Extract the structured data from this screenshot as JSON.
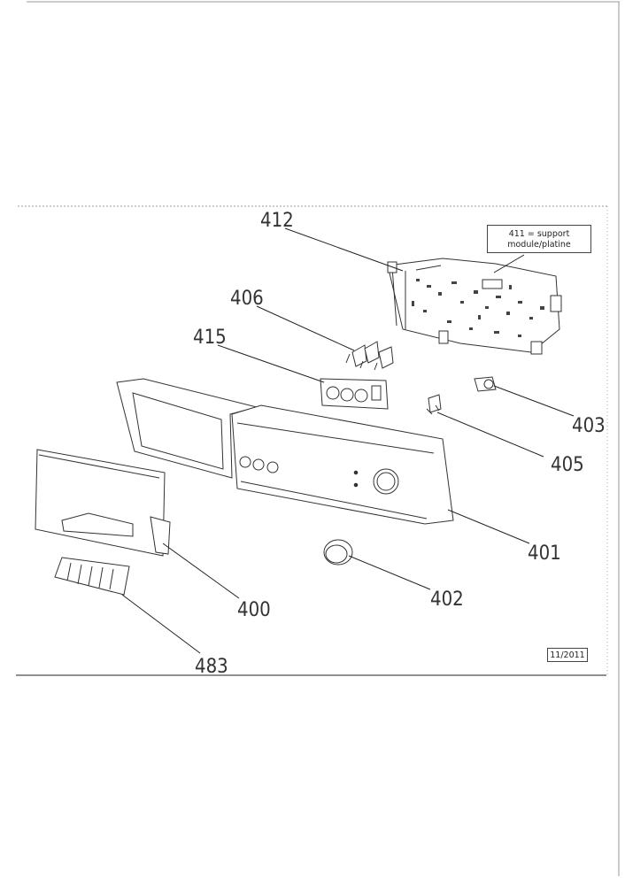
{
  "callouts": {
    "c412": "412",
    "c406": "406",
    "c415": "415",
    "c403": "403",
    "c405": "405",
    "c401": "401",
    "c400": "400",
    "c402": "402",
    "c483": "483"
  },
  "note": {
    "line1": "411 = support",
    "line2": "module/platine"
  },
  "date_stamp": "11/2011"
}
